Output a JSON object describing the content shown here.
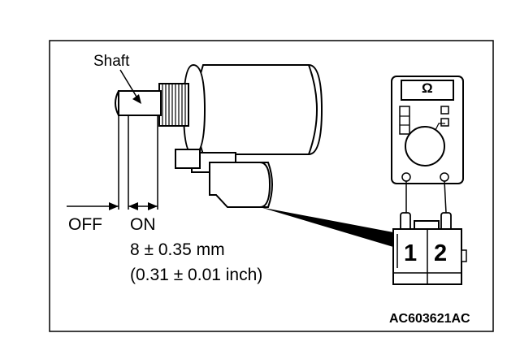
{
  "labels": {
    "shaft": "Shaft",
    "off": "OFF",
    "on": "ON",
    "stroke_mm": "8 ± 0.35 mm",
    "stroke_inch": "(0.31 ± 0.01 inch)",
    "figure_code": "AC603621AC"
  },
  "ohmmeter": {
    "unit_symbol": "Ω"
  },
  "connector": {
    "terminal_1": "1",
    "terminal_2": "2"
  }
}
